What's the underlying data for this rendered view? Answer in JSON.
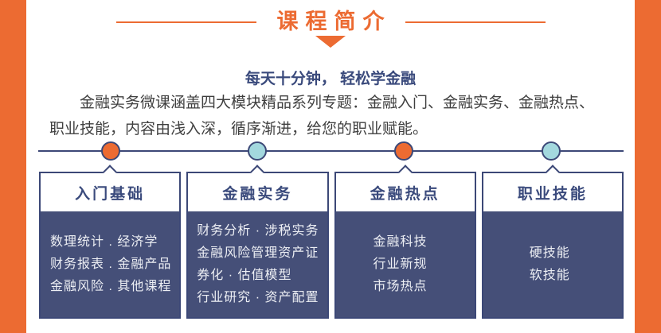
{
  "page": {
    "accent_orange": "#EC6B32",
    "navy": "#3C4877",
    "card_body_navy": "#454F78",
    "light_blue": "#A3D8DE",
    "paragraph_text_color": "#3F3F3F"
  },
  "header": {
    "title": "课程简介"
  },
  "intro": {
    "subtitle": "每天十分钟， 轻松学金融",
    "paragraph_line1": "金融实务微课涵盖四大模块精品系列专题：金融入门、金融实务、金融热点、",
    "paragraph_line2": "职业技能，内容由浅入深，循序渐进，给您的职业赋能。"
  },
  "timeline": {
    "dots": [
      {
        "color": "orange"
      },
      {
        "color": "light_blue"
      },
      {
        "color": "orange"
      },
      {
        "color": "light_blue"
      }
    ]
  },
  "cards": [
    {
      "title": "入门基础",
      "lines": [
        "数理统计 . 经济学",
        "财务报表 . 金融产品",
        "金融风险 . 其他课程"
      ]
    },
    {
      "title": "金融实务",
      "lines": [
        "财务分析 · 涉税实务",
        "金融风险管理资产证",
        "券化 · 估值模型",
        "行业研究 · 资产配置"
      ]
    },
    {
      "title": "金融热点",
      "lines": [
        "金融科技",
        "行业新规",
        "市场热点"
      ]
    },
    {
      "title": "职业技能",
      "lines": [
        "硬技能",
        "软技能"
      ]
    }
  ]
}
